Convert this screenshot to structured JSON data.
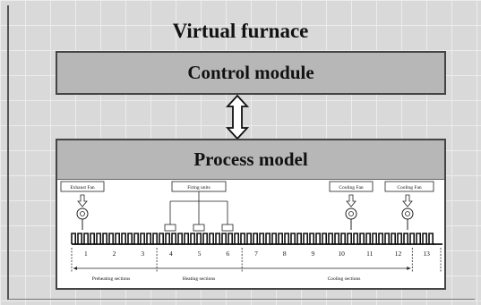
{
  "title": "Virtual furnace",
  "control_module": {
    "label": "Control module"
  },
  "process_model": {
    "label": "Process model"
  },
  "annotations": {
    "exhaust_fan": "Exhaust Fan",
    "firing_units": "Firing units",
    "cooling_fan_1": "Cooling Fan",
    "cooling_fan_2": "Cooling Fan"
  },
  "zones": [
    "1",
    "2",
    "3",
    "4",
    "5",
    "6",
    "7",
    "8",
    "9",
    "10",
    "11",
    "12",
    "13"
  ],
  "sections": {
    "preheating": "Preheating sections",
    "heating": "Heating sections",
    "cooling": "Cooling sections"
  },
  "colors": {
    "box_fill": "#b7b7b7",
    "border": "#444444",
    "background": "#d9d9d9"
  }
}
